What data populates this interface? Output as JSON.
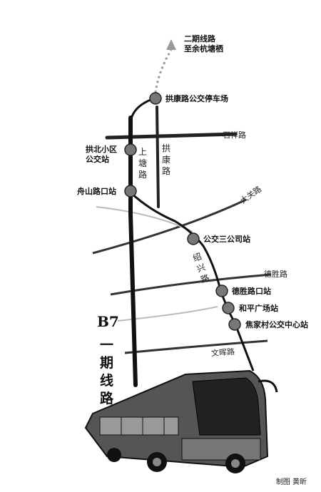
{
  "legend": {
    "next_phase_line1": "二期线路",
    "next_phase_line2": "至余杭塘栖"
  },
  "route": {
    "name": "B7",
    "subtitle": "一期线路"
  },
  "stations": {
    "s1": "拱康路公交停车场",
    "s2_line1": "拱北小区",
    "s2_line2": "公交站",
    "s3": "舟山路口站",
    "s4": "公交三公司站",
    "s5": "德胜路口站",
    "s6": "和平广场站",
    "s7": "焦家村公交中心站"
  },
  "roads": {
    "shiqiao": "石祥路",
    "shangtang": "上塘路",
    "gongkang": "拱康路",
    "datang": "大关路",
    "shaoxing": "绍兴路",
    "desheng": "德胜路",
    "wenhui": "文晖路"
  },
  "credit": "制图  黄昕"
}
